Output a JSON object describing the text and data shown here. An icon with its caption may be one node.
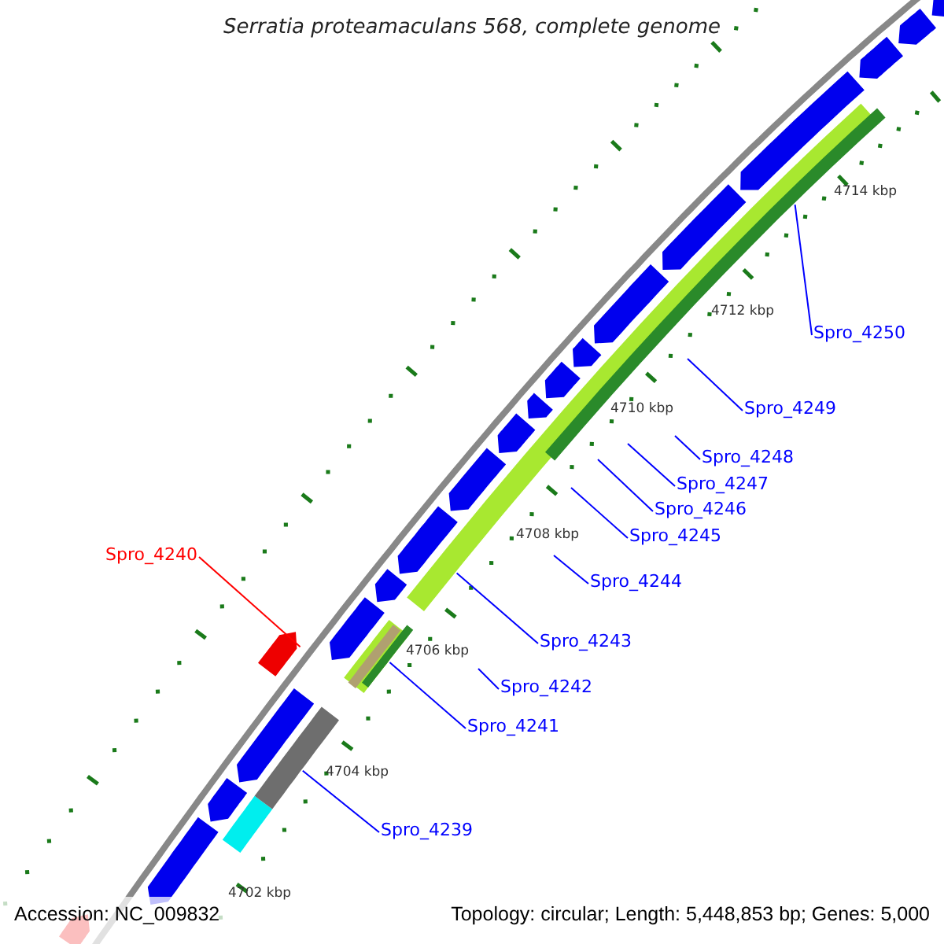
{
  "diagram": {
    "title": "Serratia proteamaculans 568, complete genome",
    "nodes": [
      {
        "text": [
          "Spro_4240"
        ]
      },
      {
        "text": [],
        "shape": "bar"
      },
      {
        "text": [],
        "shape": "bar"
      },
      {
        "text": [
          "Spro_4239"
        ]
      },
      {
        "text": [],
        "shape": "bar"
      },
      {
        "text": [
          "Spro_4241"
        ]
      },
      {
        "text": [
          "Spro_4242"
        ]
      },
      {
        "text": [],
        "shape": "bar"
      },
      {
        "text": [
          "Spro_4243"
        ]
      },
      {
        "text": [
          "Spro_4244"
        ]
      },
      {
        "text": [
          "Spro_4245"
        ]
      },
      {
        "text": [
          "Spro_4246"
        ]
      },
      {
        "text": [
          "Spro_4247"
        ]
      },
      {
        "text": [
          "Spro_4248"
        ]
      },
      {
        "text": [
          "Spro_4249"
        ]
      },
      {
        "text": [],
        "shape": "bar"
      },
      {
        "text": [
          "Spro_4250"
        ]
      }
    ],
    "edges": [
      {
        "from": 0,
        "to": 1,
        "arrow": "none",
        "color": "#ff0000"
      },
      {
        "from": 3,
        "to": 2,
        "arrow": "none"
      },
      {
        "from": 5,
        "to": 4,
        "arrow": "none"
      },
      {
        "from": 6,
        "to": null,
        "arrow": "none"
      },
      {
        "from": 8,
        "to": 7,
        "arrow": "none"
      },
      {
        "from": 9,
        "to": null,
        "arrow": "none"
      },
      {
        "from": 10,
        "to": null,
        "arrow": "none"
      },
      {
        "from": 11,
        "to": null,
        "arrow": "none"
      },
      {
        "from": 12,
        "to": null,
        "arrow": "none"
      },
      {
        "from": 13,
        "to": null,
        "arrow": "none"
      },
      {
        "from": 14,
        "to": null,
        "arrow": "none"
      },
      {
        "from": 16,
        "to": 15,
        "arrow": "none"
      }
    ],
    "labels": [
      "4714 kbp",
      "4712 kbp",
      "4710 kbp",
      "4708 kbp",
      "4706 kbp",
      "4704 kbp",
      "4702 kbp",
      "Accession: NC_009832",
      "Topology: circular; Length: 5,448,853 bp; Genes: 5,000"
    ]
  }
}
